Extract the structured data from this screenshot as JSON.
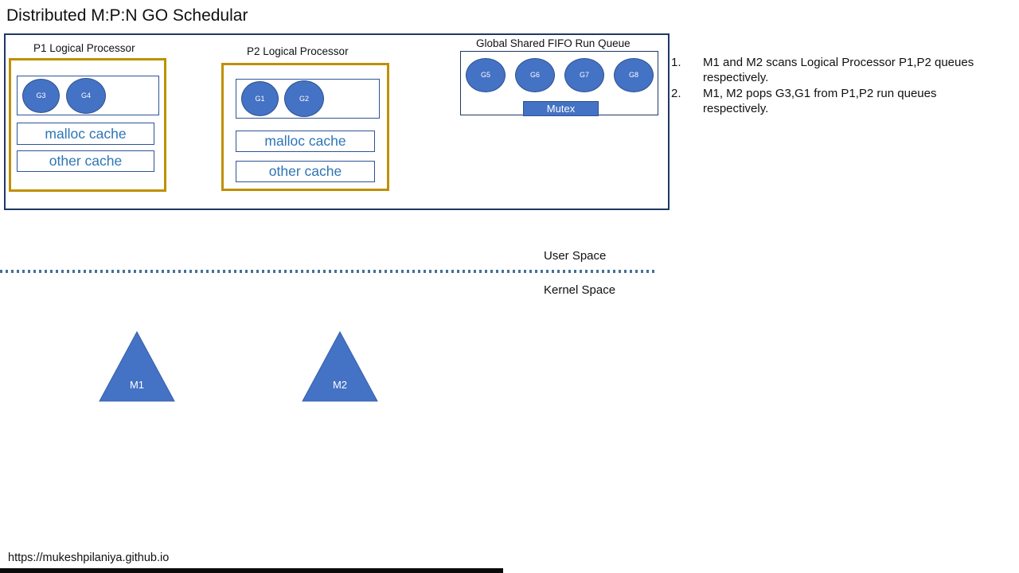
{
  "title": "Distributed M:P:N GO Schedular",
  "diagram": {
    "p1": {
      "label": "P1 Logical Processor",
      "goroutines": [
        "G3",
        "G4"
      ],
      "caches": [
        "malloc cache",
        "other cache"
      ]
    },
    "p2": {
      "label": "P2 Logical Processor",
      "goroutines": [
        "G1",
        "G2"
      ],
      "caches": [
        "malloc cache",
        "other cache"
      ]
    },
    "fifo": {
      "label": "Global Shared FIFO Run Queue",
      "goroutines": [
        "G5",
        "G6",
        "G7",
        "G8"
      ],
      "mutex_label": "Mutex"
    }
  },
  "notes": [
    {
      "num": "1.",
      "text": "M1 and M2 scans Logical Processor P1,P2 queues respectively."
    },
    {
      "num": "2.",
      "text": "M1, M2 pops G3,G1  from P1,P2 run queues respectively."
    }
  ],
  "spaces": {
    "user": "User Space",
    "kernel": "Kernel Space"
  },
  "machines": [
    {
      "label": "M1"
    },
    {
      "label": "M2"
    }
  ],
  "footer": {
    "url": "https://mukeshpilaniya.github.io"
  },
  "colors": {
    "accent_blue": "#4472C4",
    "accent_blue_dark": "#2F528F",
    "gold_border": "#BF9000",
    "navy_border": "#1F3864",
    "cache_text_blue": "#2E75B6",
    "dotted_line_blue": "#41719C"
  }
}
